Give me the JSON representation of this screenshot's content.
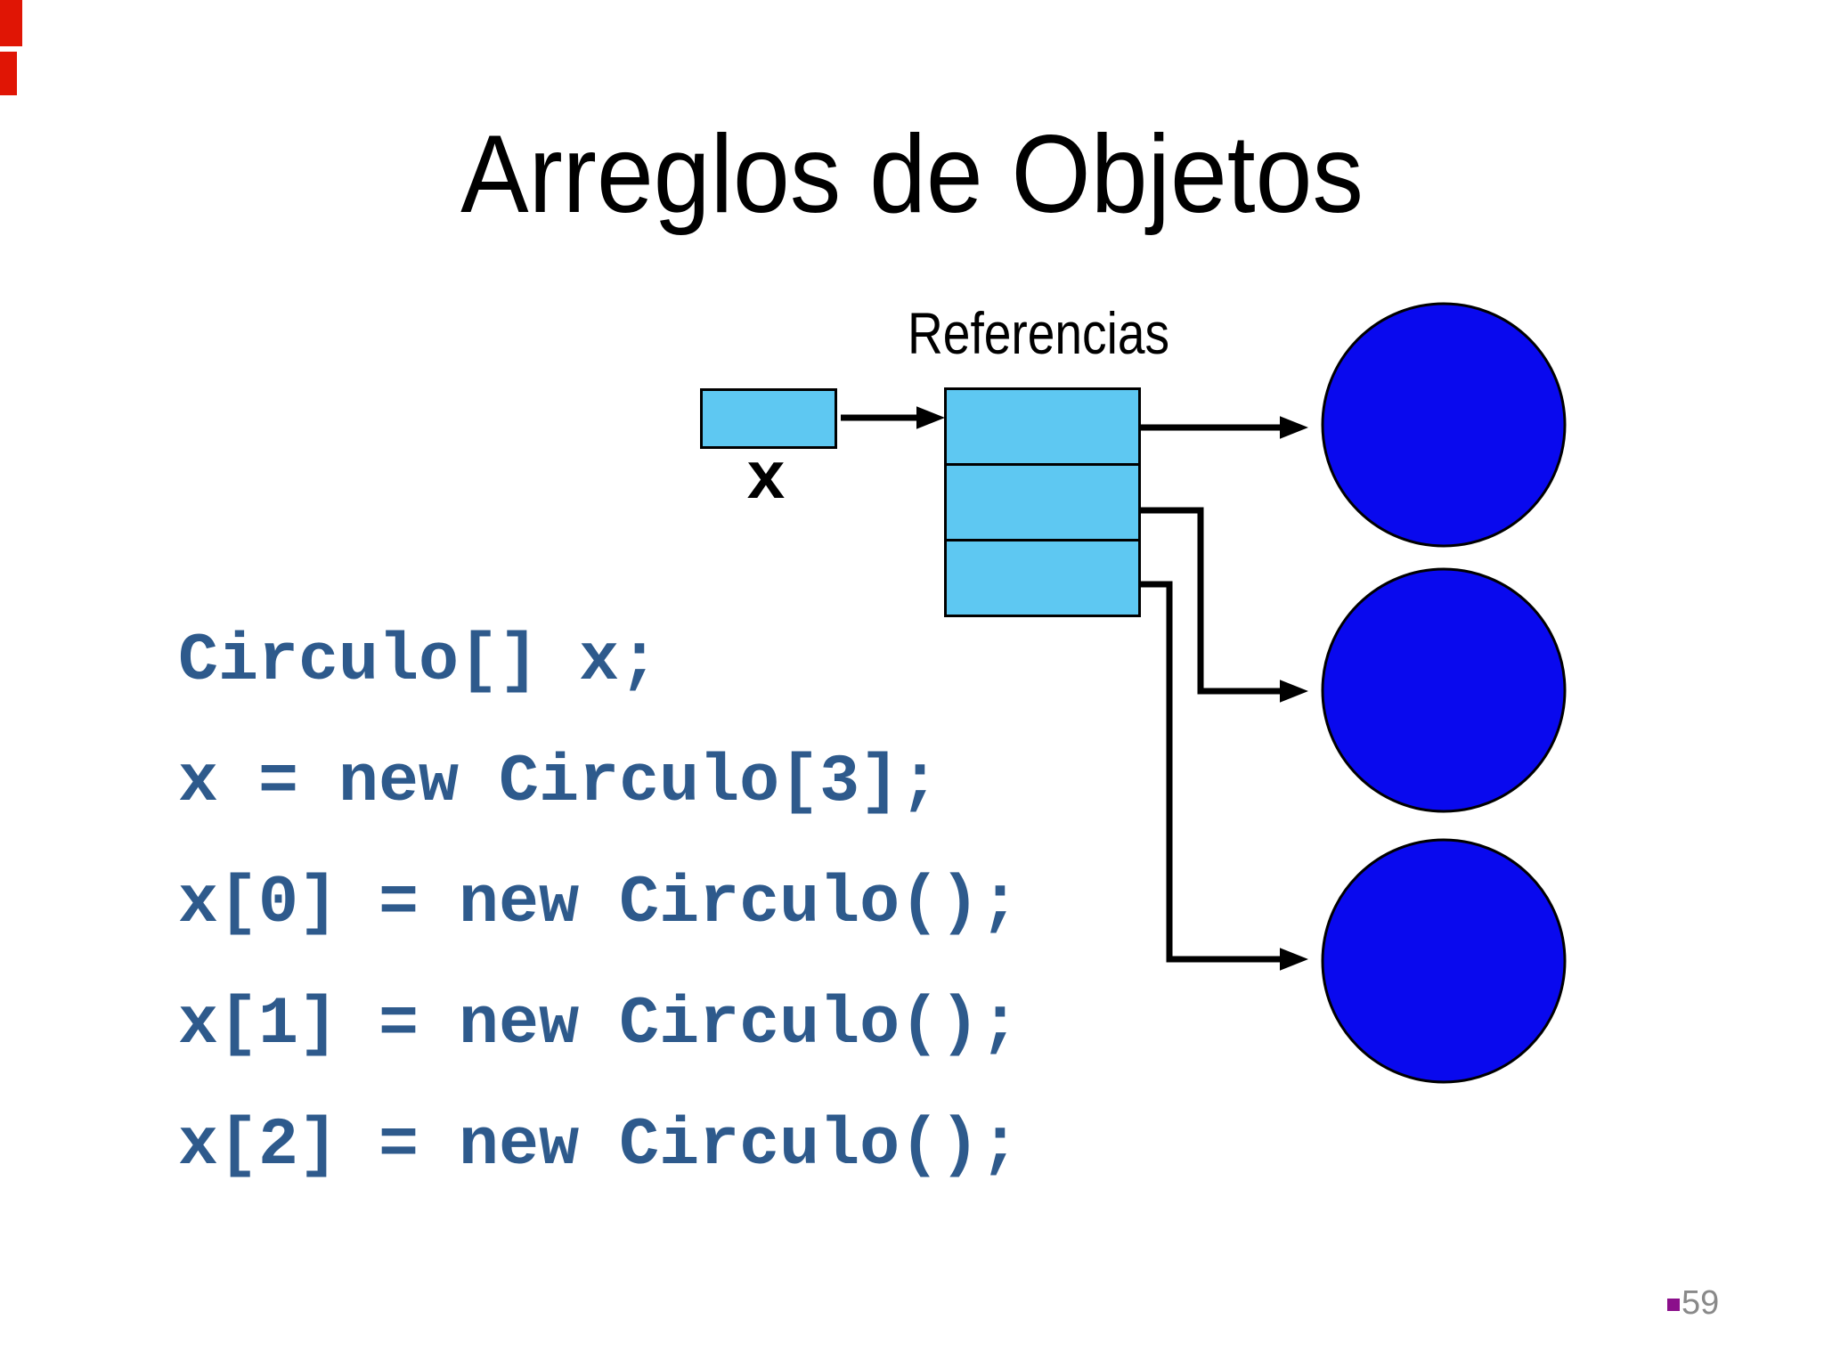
{
  "slide": {
    "title": "Arreglos de Objetos"
  },
  "diagram": {
    "references_label": "Referencias",
    "variable_label": "x",
    "array_cell_count": 3,
    "object_count": 3
  },
  "code": {
    "lines": [
      "Circulo[] x;",
      "x = new Circulo[3];",
      "x[0] = new Circulo();",
      "x[1] = new Circulo();",
      "x[2] = new Circulo();"
    ]
  },
  "footer": {
    "page_number": "59"
  },
  "colors": {
    "slide_bg": "#FFFFFF",
    "title_text": "#000000",
    "box_fill": "#5EC8F2",
    "box_border": "#000000",
    "circle_fill": "#0909EE",
    "circle_border": "#000000",
    "arrow": "#000000",
    "code_text": "#2E5A8C",
    "variable_label_text": "#000000",
    "page_number_text": "#898989",
    "page_bullet": "#8B0F8B",
    "corner_artifact": "#E01505"
  }
}
